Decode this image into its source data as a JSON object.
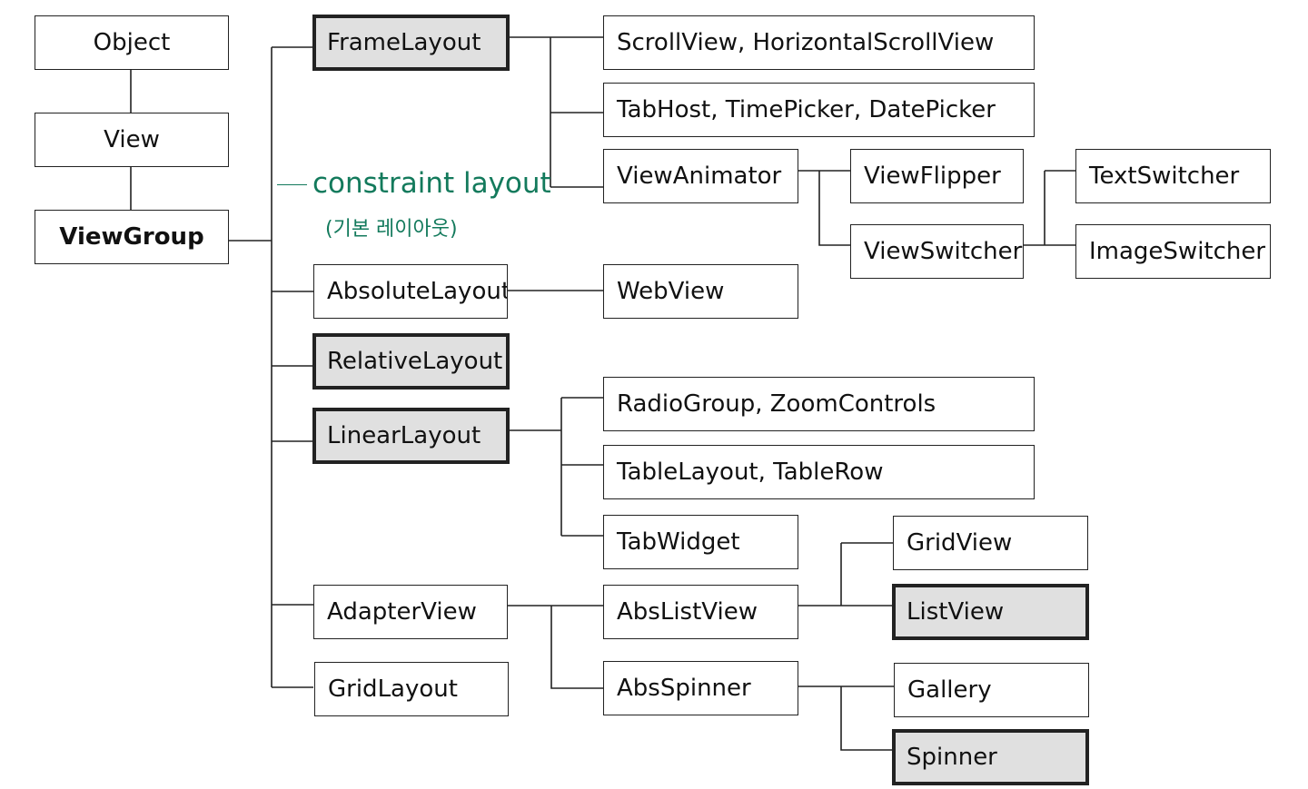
{
  "diagram": {
    "nodes": {
      "object": "Object",
      "view": "View",
      "view_group": "ViewGroup",
      "frame_layout": "FrameLayout",
      "scroll_view": "ScrollView, HorizontalScrollView",
      "tab_host": "TabHost, TimePicker, DatePicker",
      "view_animator": "ViewAnimator",
      "view_flipper": "ViewFlipper",
      "view_switcher": "ViewSwitcher",
      "text_switcher": "TextSwitcher",
      "image_switcher": "ImageSwitcher",
      "absolute_layout": "AbsoluteLayout",
      "web_view": "WebView",
      "relative_layout": "RelativeLayout",
      "linear_layout": "LinearLayout",
      "radio_group": "RadioGroup, ZoomControls",
      "table_layout": "TableLayout, TableRow",
      "tab_widget": "TabWidget",
      "adapter_view": "AdapterView",
      "abs_list_view": "AbsListView",
      "grid_view": "GridView",
      "list_view": "ListView",
      "abs_spinner": "AbsSpinner",
      "gallery": "Gallery",
      "spinner": "Spinner",
      "grid_layout": "GridLayout"
    },
    "annotation": {
      "label": "constraint layout",
      "sublabel": "(기본 레이아웃)",
      "color": "#137a5c"
    },
    "colors": {
      "border": "#222222",
      "highlight_fill": "#e0e0e0"
    }
  }
}
